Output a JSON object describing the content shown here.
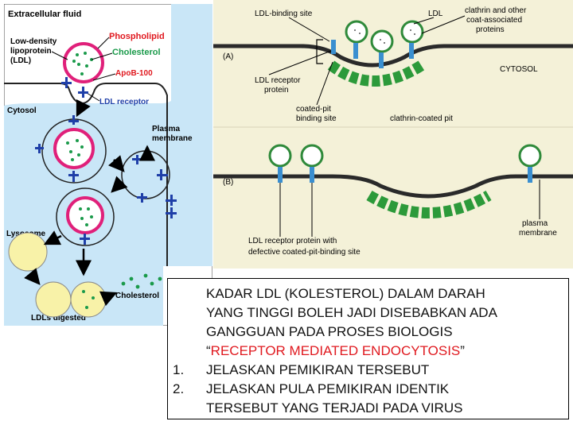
{
  "left_diagram": {
    "extracellular_fluid": "Extracellular fluid",
    "ldl_label_lines": [
      "Low-density",
      "lipoprotein",
      "(LDL)"
    ],
    "phospholipid": "Phospholipid",
    "cholesterol": "Cholesterol",
    "apob": "ApoB-100",
    "ldl_receptor": "LDL receptor",
    "cytosol": "Cytosol",
    "plasma_membrane_lines": [
      "Plasma",
      "membrane"
    ],
    "lysosome": "Lysosome",
    "cholesterol_free": "Cholesterol",
    "ldls_digested": "LDLs digested",
    "colors": {
      "background": "#ffffff",
      "cytosol_bg": "#c9e6f7",
      "phospholipid_ring": "#e0207a",
      "cholesterol_dot": "#1a9a4a",
      "receptor": "#1f3fa8",
      "label_red": "#e0191f",
      "lysosome": "#f8f2a8"
    }
  },
  "right_diagram": {
    "panel_a": "(A)",
    "panel_b": "(B)",
    "ldl_binding_site": "LDL-binding site",
    "ldl": "LDL",
    "clathrin_lines": [
      "clathrin and other",
      "coat-associated",
      "proteins"
    ],
    "cytosol": "CYTOSOL",
    "ldl_receptor_protein_lines": [
      "LDL receptor",
      "protein"
    ],
    "coated_pit_binding_site_lines": [
      "coated-pit",
      "binding site"
    ],
    "clathrin_coated_pit": "clathrin-coated pit",
    "plasma_membrane_lines": [
      "plasma",
      "membrane"
    ],
    "defective_lines": [
      "LDL receptor protein with",
      "defective coated-pit-binding site"
    ],
    "colors": {
      "background": "#f4f1d8",
      "membrane": "#2a2a2a",
      "clathrin": "#2c9a3a",
      "receptor": "#3a8fd0",
      "ldl_ring": "#2f8a3a"
    }
  },
  "question": {
    "lines": [
      {
        "num": "",
        "text": "KADAR LDL (KOLESTEROL) DALAM DARAH"
      },
      {
        "num": "",
        "text": "YANG TINGGI BOLEH JADI DISEBABKAN ADA"
      },
      {
        "num": "",
        "text": "GANGGUAN PADA PROSES BIOLOGIS"
      },
      {
        "num": "",
        "quote_open": "“",
        "highlight": "RECEPTOR MEDIATED ENDOCYTOSIS",
        "quote_close": "”"
      },
      {
        "num": "1.",
        "text": "JELASKAN PEMIKIRAN TERSEBUT"
      },
      {
        "num": "2.",
        "text": "JELASKAN PULA PEMIKIRAN IDENTIK"
      },
      {
        "num": "",
        "text": "TERSEBUT YANG TERJADI PADA VIRUS"
      }
    ],
    "highlight_color": "#e0191f"
  }
}
